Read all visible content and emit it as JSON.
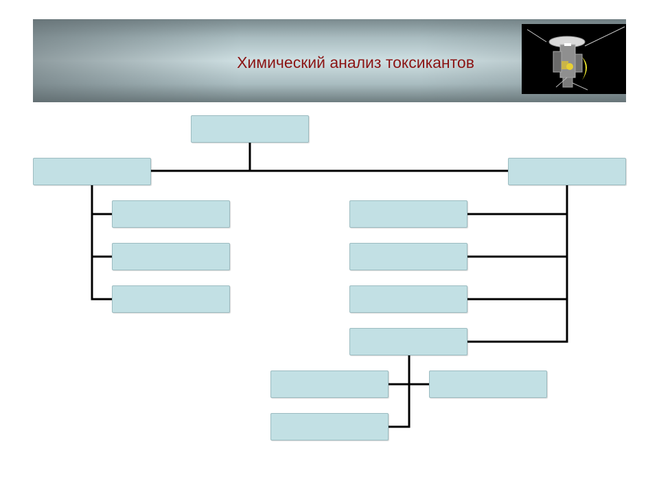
{
  "header": {
    "title": "Химический анализ токсикантов",
    "title_color": "#8b1414"
  },
  "diagram": {
    "box_fill": "#c2e0e4",
    "line_color": "#000000",
    "nodes": [
      {
        "id": "root",
        "label": ""
      },
      {
        "id": "left-branch",
        "label": ""
      },
      {
        "id": "right-branch",
        "label": ""
      },
      {
        "id": "left-child-1",
        "label": ""
      },
      {
        "id": "left-child-2",
        "label": ""
      },
      {
        "id": "left-child-3",
        "label": ""
      },
      {
        "id": "right-child-1",
        "label": ""
      },
      {
        "id": "right-child-2",
        "label": ""
      },
      {
        "id": "right-child-3",
        "label": ""
      },
      {
        "id": "right-child-4",
        "label": ""
      },
      {
        "id": "sub-child-1",
        "label": ""
      },
      {
        "id": "sub-child-2",
        "label": ""
      },
      {
        "id": "sub-child-3",
        "label": ""
      }
    ]
  }
}
